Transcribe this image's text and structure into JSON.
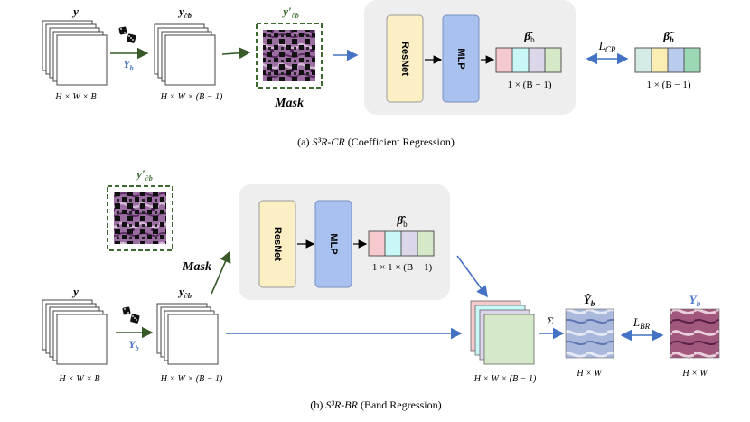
{
  "colors": {
    "panel": "#eeeeee",
    "resnet": "#fcefc4",
    "mlp": "#a9c1ef",
    "mask_green": "#3d6b2f",
    "arrow_blue": "#4472c4",
    "arrow_green": "#375a28",
    "coef_pred": [
      "#f6c9cc",
      "#c9f6f6",
      "#dcd6ea",
      "#d5e8c8"
    ],
    "coef_true": [
      "#d5ece6",
      "#fbeeb3",
      "#b9ccee",
      "#9ad9b3"
    ],
    "stack_colors": [
      "#f6c9cc",
      "#c9f6f6",
      "#dcd6ea",
      "#d5e8c8"
    ]
  },
  "top": {
    "y_label": "y",
    "y_dims": "H × W × B",
    "dice_label": "Y",
    "dice_sub": "b",
    "y_partial_label": "y",
    "y_partial_sub": "∂b",
    "y_partial_dims": "H × W × (B − 1)",
    "masked_label": "y′",
    "masked_sub": "∂b",
    "mask_text": "Mask",
    "resnet": "ResNet",
    "mlp": "MLP",
    "beta_hat": "β̂",
    "beta_sub": "b",
    "beta_hat_dims": "1 × (B − 1)",
    "loss_label": "L",
    "loss_sub": "CR",
    "beta_tilde": "β̃",
    "beta_tilde_sub": "b",
    "beta_tilde_dims": "1 × (B − 1)",
    "caption_prefix": "(a) ",
    "caption_method": "S³R-CR",
    "caption_rest": " (Coefficient Regression)"
  },
  "bottom": {
    "masked_label": "y′",
    "masked_sub": "∂b",
    "mask_text": "Mask",
    "resnet": "ResNet",
    "mlp": "MLP",
    "beta_hat": "β̂",
    "beta_sub": "b",
    "beta_hat_dims": "1 × 1 × (B − 1)",
    "y_label": "y",
    "y_dims": "H × W × B",
    "dice_label": "Y",
    "dice_sub": "b",
    "y_partial_label": "y",
    "y_partial_sub": "∂b",
    "y_partial_dims": "H × W × (B − 1)",
    "stack_dims": "H × W × (B − 1)",
    "sigma": "Σ",
    "y_hat_label": "Ŷ",
    "y_hat_sub": "b",
    "y_hat_dims": "H × W",
    "loss_label": "L",
    "loss_sub": "BR",
    "y_true_label": "Y",
    "y_true_sub": "b",
    "y_true_dims": "H × W",
    "caption_prefix": "(b) ",
    "caption_method": "S³R-BR",
    "caption_rest": " (Band Regression)"
  }
}
